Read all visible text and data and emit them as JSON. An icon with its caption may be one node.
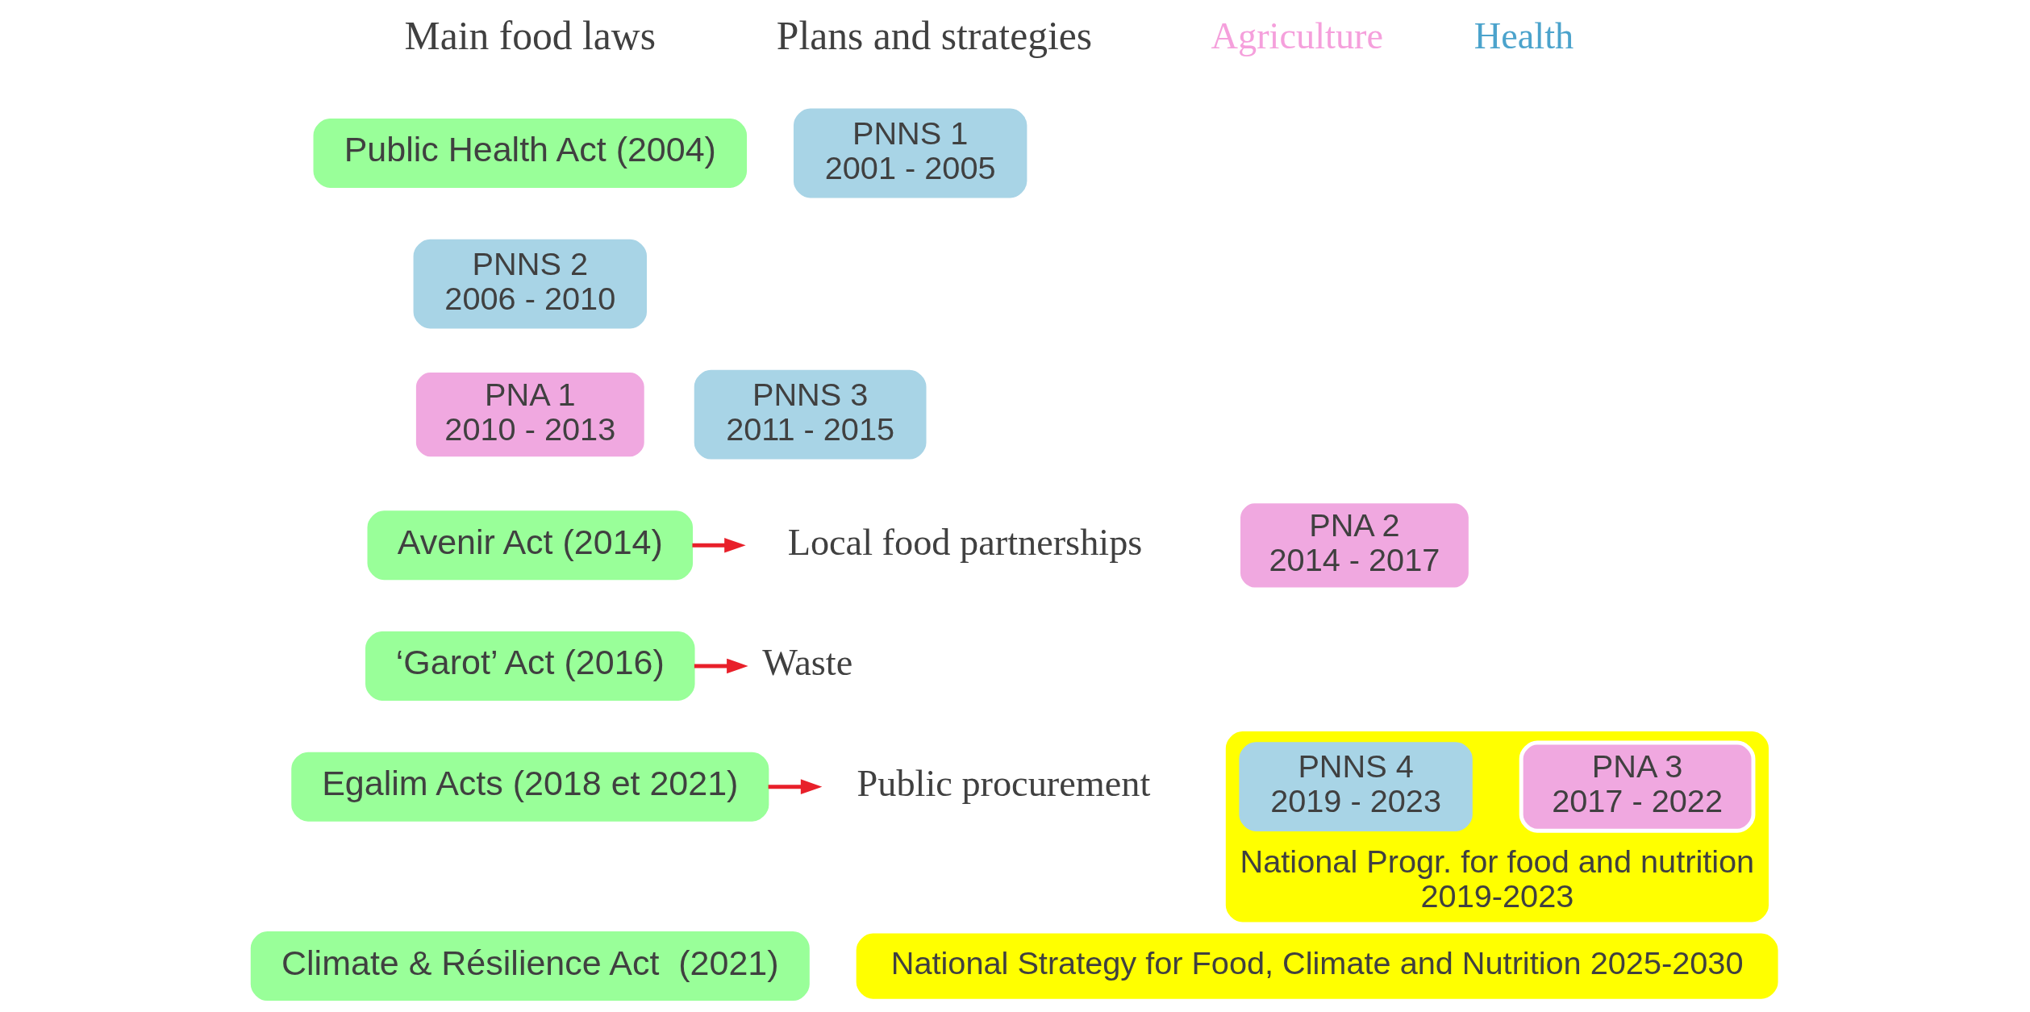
{
  "diagram": {
    "nodes": [
      {
        "text": [
          "Public Health Act (2004)"
        ]
      },
      {
        "text": [
          "Avenir Act (2014)"
        ]
      },
      {
        "text": [
          "‘Garot’ Act (2016)"
        ]
      },
      {
        "text": [
          "Egalim Acts (2018 et 2021)"
        ]
      },
      {
        "text": [
          "Climate & Résilience Act  (2021)"
        ]
      },
      {
        "text": [
          "Local food partnerships"
        ]
      },
      {
        "text": [
          "Waste"
        ]
      },
      {
        "text": [
          "Public procurement"
        ]
      },
      {
        "text": [
          "PNNS 1",
          "2001 - 2005"
        ]
      },
      {
        "text": [
          "PNNS 2",
          "2006 - 2010"
        ]
      },
      {
        "text": [
          "PNA 1",
          "2010 - 2013"
        ]
      },
      {
        "text": [
          "PNNS 3",
          "2011 - 2015"
        ]
      },
      {
        "text": [
          "PNA 2",
          "2014 - 2017"
        ]
      },
      {
        "text": [
          "National Progr. for food and nutrition",
          "2019-2023"
        ]
      },
      {
        "text": [
          "PNA 3",
          "2017 - 2022"
        ],
        "in": 13
      },
      {
        "text": [
          "PNNS 4",
          "2019 - 2023"
        ],
        "in": 13
      },
      {
        "text": [
          "National Strategy for Food, Climate and Nutrition 2025-2030"
        ]
      }
    ],
    "edges": [
      {
        "from": 1,
        "to": 5,
        "arrow": "to"
      },
      {
        "from": 2,
        "to": 6,
        "arrow": "to"
      },
      {
        "from": 3,
        "to": 7,
        "arrow": "to"
      }
    ],
    "labels": [
      "Main food laws",
      "Plans and strategies",
      "Agriculture",
      "Health"
    ]
  }
}
